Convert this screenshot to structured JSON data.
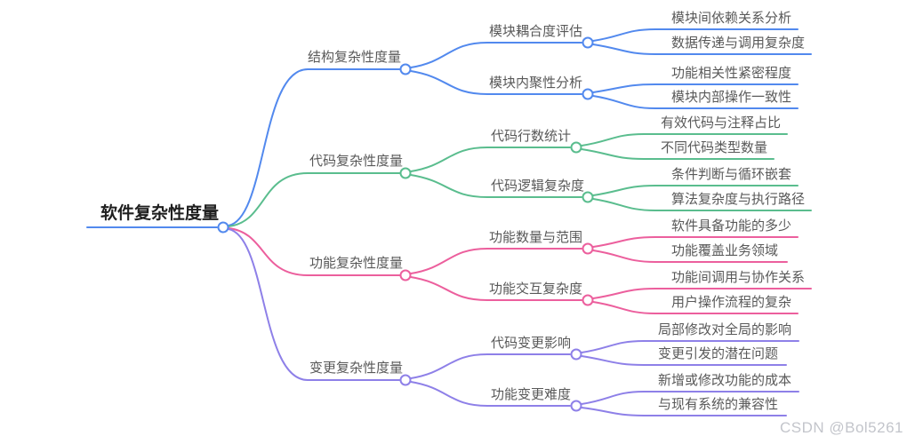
{
  "page": {
    "background": "#ffffff",
    "watermark": "CSDN @Bol5261",
    "label_text_color": "#595959",
    "root_text_color": "#1f1f1f",
    "watermark_color": "#c3c5cb"
  },
  "mindmap": {
    "root": {
      "label": "软件复杂性度量",
      "color": "#5289ee"
    },
    "branches": [
      {
        "label": "结构复杂性度量",
        "color": "#5289ee",
        "children": [
          {
            "label": "模块耦合度评估",
            "leaves": [
              "模块间依赖关系分析",
              "数据传递与调用复杂度"
            ]
          },
          {
            "label": "模块内聚性分析",
            "leaves": [
              "功能相关性紧密程度",
              "模块内部操作一致性"
            ]
          }
        ]
      },
      {
        "label": "代码复杂性度量",
        "color": "#5abd8e",
        "children": [
          {
            "label": "代码行数统计",
            "leaves": [
              "有效代码与注释占比",
              "不同代码类型数量"
            ]
          },
          {
            "label": "代码逻辑复杂度",
            "leaves": [
              "条件判断与循环嵌套",
              "算法复杂度与执行路径"
            ]
          }
        ]
      },
      {
        "label": "功能复杂性度量",
        "color": "#ec5f9d",
        "children": [
          {
            "label": "功能数量与范围",
            "leaves": [
              "软件具备功能的多少",
              "功能覆盖业务领域"
            ]
          },
          {
            "label": "功能交互复杂度",
            "leaves": [
              "功能间调用与协作关系",
              "用户操作流程的复杂"
            ]
          }
        ]
      },
      {
        "label": "变更复杂性度量",
        "color": "#8e80e8",
        "children": [
          {
            "label": "代码变更影响",
            "leaves": [
              "局部修改对全局的影响",
              "变更引发的潜在问题"
            ]
          },
          {
            "label": "功能变更难度",
            "leaves": [
              "新增或修改功能的成本",
              "与现有系统的兼容性"
            ]
          }
        ]
      }
    ]
  }
}
